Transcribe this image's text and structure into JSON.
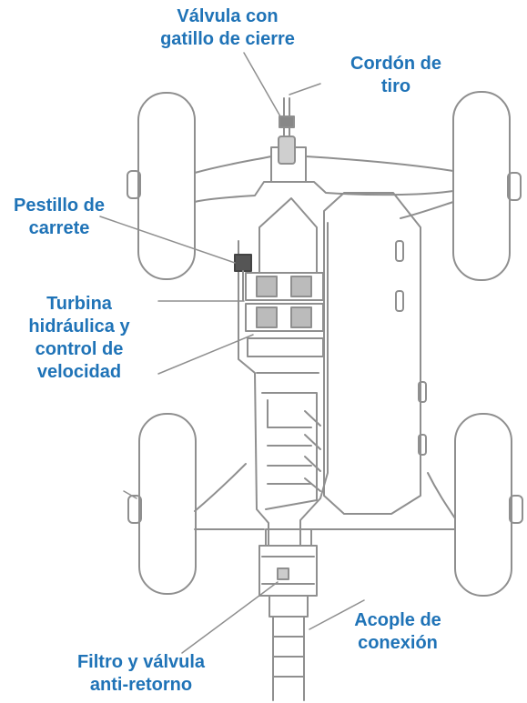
{
  "diagram": {
    "line_color": "#8f8f8f",
    "label_color": "#1f73b7",
    "labels": {
      "valve": [
        "Válvula con",
        "gatillo de cierre"
      ],
      "cord": [
        "Cordón de",
        "tiro"
      ],
      "latch": [
        "Pestillo de",
        "carrete"
      ],
      "turbine": [
        "Turbina",
        "hidráulica y",
        "control de",
        "velocidad"
      ],
      "coupler": [
        "Acople de",
        "conexión"
      ],
      "filter": [
        "Filtro y válvula",
        "anti-retorno"
      ]
    }
  }
}
